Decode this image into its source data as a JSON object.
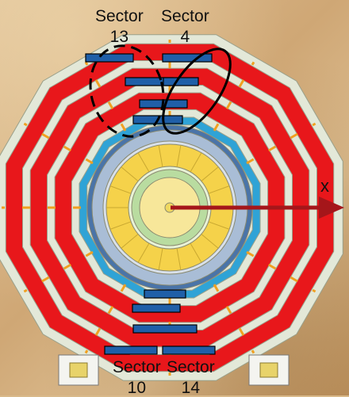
{
  "labels": {
    "top_left_sector": "Sector",
    "top_left_num": "13",
    "top_right_sector": "Sector",
    "top_right_num": "4",
    "bottom_left_sector": "Sector",
    "bottom_left_num": "10",
    "bottom_right_sector": "Sector",
    "bottom_right_num": "14",
    "axis_x": "x"
  },
  "colors": {
    "wheel_red": "#e8171b",
    "wheel_light": "#e3e8d8",
    "chamber_blue": "#1f5fa8",
    "solenoid_blue": "#2fa3d6",
    "tracker_yellow": "#f5d24a",
    "inner_green": "#b9dca0",
    "axis_arrow": "#a5161a",
    "support_orange": "#f0a020"
  }
}
